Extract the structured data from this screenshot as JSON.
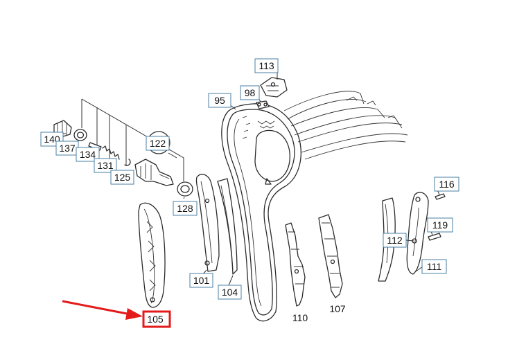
{
  "callouts": {
    "c113": "113",
    "c98": "98",
    "c95": "95",
    "c140": "140",
    "c137": "137",
    "c134": "134",
    "c131": "131",
    "c122": "122",
    "c125": "125",
    "c128": "128",
    "c101": "101",
    "c104": "104",
    "c116": "116",
    "c119": "119",
    "c112": "112",
    "c111": "111"
  },
  "plain_labels": {
    "c110": "110",
    "c107": "107"
  },
  "highlighted": {
    "label": "105",
    "color": "#e31b1b"
  },
  "colors": {
    "callout_border": "#4a7fa3",
    "line": "#2b2b2b"
  }
}
